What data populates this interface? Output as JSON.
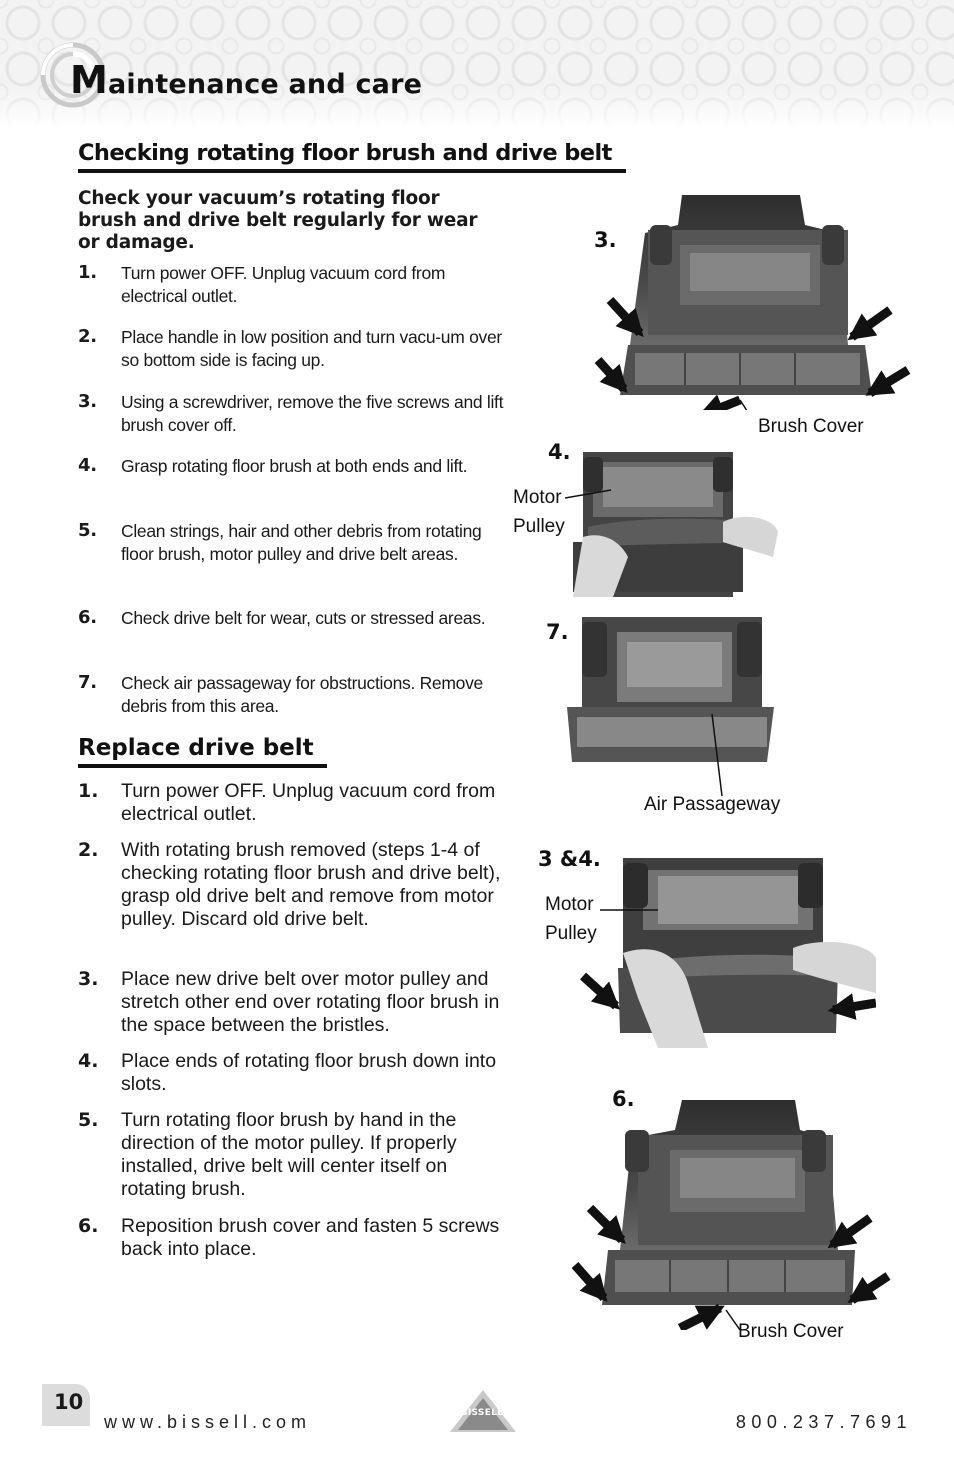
{
  "header": {
    "title_initial": "M",
    "title_rest": "aintenance and care"
  },
  "section1": {
    "title": "Checking rotating floor brush and drive belt",
    "intro": "Check your vacuum’s rotating floor brush and drive belt regularly for wear or damage.",
    "steps": [
      {
        "num": "1.",
        "text": "Turn power OFF. Unplug vacuum cord from electrical outlet."
      },
      {
        "num": "2.",
        "text": "Place handle in low position and turn vacu-um over so bottom side is facing up."
      },
      {
        "num": "3.",
        "text": "Using a screwdriver, remove the five screws and lift brush cover off."
      },
      {
        "num": "4.",
        "text": "Grasp rotating floor brush at both ends and lift."
      },
      {
        "num": "5.",
        "text": "Clean strings, hair and other debris from rotating floor brush, motor pulley and drive belt areas."
      },
      {
        "num": "6.",
        "text": "Check drive belt for wear, cuts or stressed areas."
      },
      {
        "num": "7.",
        "text": "Check air passageway for obstructions. Remove debris from this area."
      }
    ]
  },
  "section2": {
    "title": "Replace drive belt",
    "steps": [
      {
        "num": "1.",
        "text": "Turn power OFF. Unplug vacuum cord from electrical outlet."
      },
      {
        "num": "2.",
        "text": "With rotating brush removed (steps 1-4 of checking rotating floor brush and drive belt), grasp old drive belt and remove from motor pulley. Discard old drive belt."
      },
      {
        "num": "3.",
        "text": "Place new drive belt over motor pulley and stretch other end over rotating floor brush in the space between the bristles."
      },
      {
        "num": "4.",
        "text": "Place ends of rotating floor brush down into slots."
      },
      {
        "num": "5.",
        "text": "Turn rotating floor brush by hand in the direction of the motor pulley. If properly installed, drive belt will center itself on rotating brush."
      },
      {
        "num": "6.",
        "text": "Reposition brush cover and fasten 5 screws back into place."
      }
    ]
  },
  "figures": {
    "fig1": {
      "label": "3.",
      "callout": "Brush Cover"
    },
    "fig2": {
      "label": "4.",
      "callout_line1": "Motor",
      "callout_line2": "Pulley"
    },
    "fig3": {
      "label": "7.",
      "callout": "Air Passageway"
    },
    "fig4": {
      "label": "3 &4.",
      "callout_line1": "Motor",
      "callout_line2": "Pulley"
    },
    "fig5": {
      "label": "6.",
      "callout": "Brush Cover"
    }
  },
  "footer": {
    "page_number": "10",
    "url": "www.bissell.com",
    "brand": "BISSELL",
    "phone": "800.237.7691"
  }
}
